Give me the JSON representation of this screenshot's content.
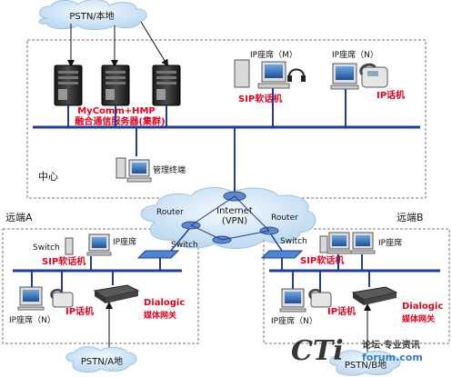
{
  "clouds": {
    "pstn_local": "PSTN/本地",
    "pstn_a": "PSTN/A地",
    "pstn_b": "PSTN/B地"
  },
  "regions": {
    "center": "中心",
    "remote_a": "远端A",
    "remote_b": "远端B"
  },
  "center": {
    "server_name": "MyComm+HMP",
    "server_desc": "融合通信服务器(集群)",
    "seat_m": "IP座席（M）",
    "seat_n": "IP座席（N）",
    "sip_softphone": "SIP软话机",
    "ip_phone": "IP话机",
    "mgmt_terminal": "管理终端"
  },
  "internet": {
    "line1": "Internet",
    "line2": "(VPN)",
    "router_left": "Router",
    "router_right": "Router"
  },
  "remote_a": {
    "switch_top": "Switch",
    "switch_hub": "Switch",
    "ip_seat": "IP座席",
    "sip_softphone": "SIP软话机",
    "ip_seat_n": "IP座席（N）",
    "ip_phone": "IP话机",
    "gateway_brand": "Dialogic",
    "gateway_desc": "媒体网关"
  },
  "remote_b": {
    "switch_hub": "Switch",
    "ip_seat": "IP座席",
    "sip_softphone": "SIP软话机",
    "ip_seat_n": "IP座席（N）",
    "ip_phone": "IP话机",
    "gateway_brand": "Dialogic",
    "gateway_desc": "媒体网关"
  },
  "watermark": {
    "logo": "CTi",
    "forum": "论坛·专业资讯",
    "site": "forum.com"
  },
  "colors": {
    "network_line": "#1f3d99",
    "label_red": "#e8001c",
    "cloud": "#cfe3f5"
  }
}
